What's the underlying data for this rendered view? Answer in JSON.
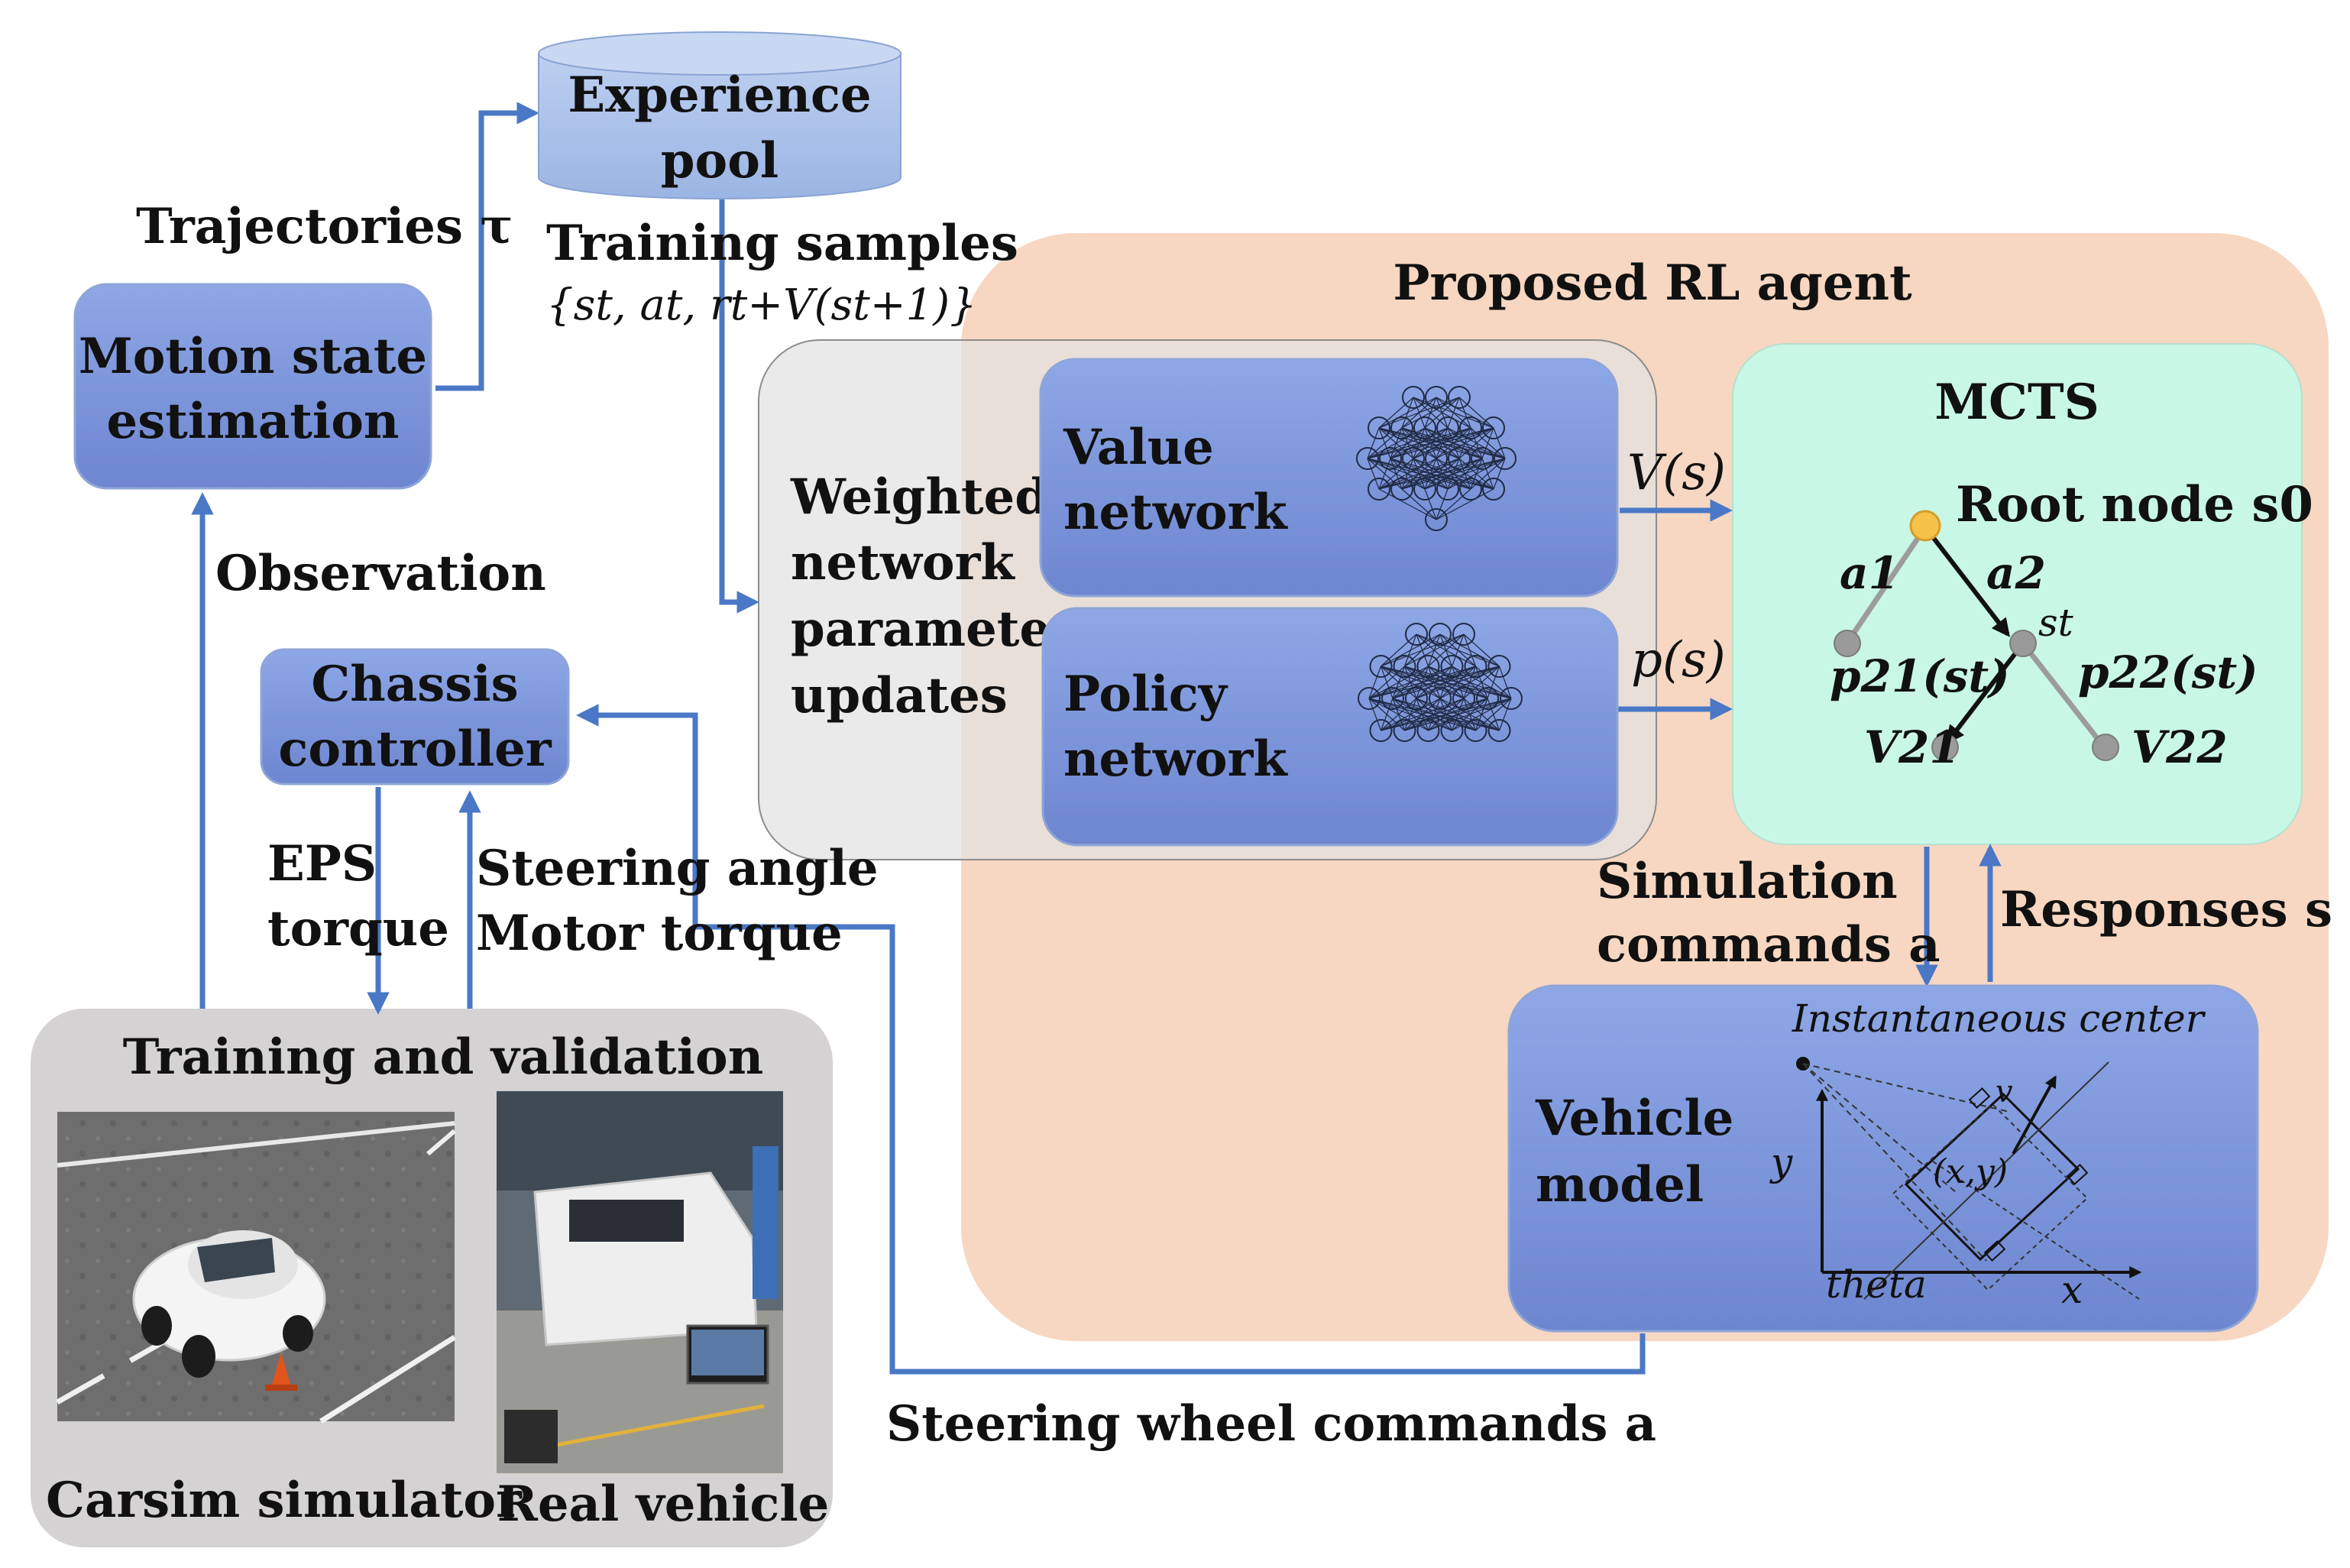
{
  "experience_pool": {
    "line1": "Experience",
    "line2": "pool"
  },
  "trajectories_label": "Trajectories τ",
  "training_samples": {
    "title": "Training samples",
    "formula": "{st, at, rt+V(st+1)}"
  },
  "motion_state_estimation": {
    "line1": "Motion state",
    "line2": "estimation"
  },
  "observation_label": "Observation",
  "chassis_controller": {
    "line1": "Chassis",
    "line2": "controller"
  },
  "eps_torque": {
    "line1": "EPS",
    "line2": "torque"
  },
  "steering_motor": {
    "line1": "Steering angle",
    "line2": "Motor torque"
  },
  "training_validation": {
    "title": "Training and validation",
    "carsim_label": "Carsim simulator",
    "real_label": "Real vehicle"
  },
  "rl_agent": {
    "title": "Proposed RL agent"
  },
  "weighted_update": {
    "line1": "Weighted",
    "line2": "network",
    "line3": "parameter",
    "line4": "updates"
  },
  "value_network": {
    "line1": "Value",
    "line2": "network"
  },
  "policy_network": {
    "line1": "Policy",
    "line2": "network"
  },
  "vs_label": "V(s)",
  "ps_label": "p(s)",
  "mcts": {
    "title": "MCTS",
    "root_label": "Root  node s0",
    "a1": "a1",
    "a2": "a2",
    "st": "st",
    "p21": "p21(st)",
    "p22": "p22(st)",
    "v21": "V21",
    "v22": "V22"
  },
  "simulation_commands": {
    "line1": "Simulation",
    "line2": "commands a"
  },
  "responses": "Responses s",
  "vehicle_model": {
    "line1": "Vehicle",
    "line2": "model",
    "instantaneous_center": "Instantaneous center",
    "axis_y": "y",
    "axis_x": "x",
    "theta": "theta",
    "xy": "(x,y)",
    "v": "v"
  },
  "steering_wheel_commands": "Steering wheel commands a",
  "colors": {
    "blue_box": "#7f98dc",
    "arrow_blue": "#4a78c6",
    "agent_bg": "#f7d7c1",
    "mcts_bg": "#c9f7e6",
    "gray_panel": "#d4d2d2",
    "root_node": "#f6c24a"
  }
}
